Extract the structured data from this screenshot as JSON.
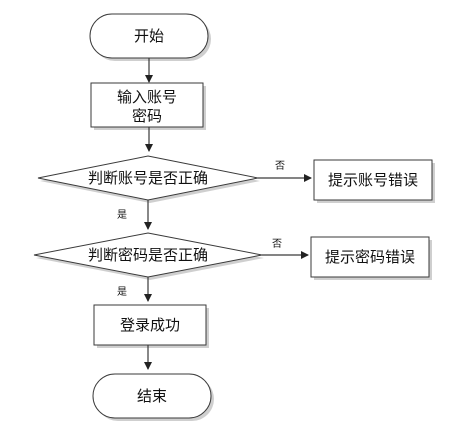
{
  "nodes": {
    "start": "开始",
    "input_line1": "输入账号",
    "input_line2": "密码",
    "check_account": "判断账号是否正确",
    "check_password": "判断密码是否正确",
    "account_error": "提示账号错误",
    "password_error": "提示密码错误",
    "success": "登录成功",
    "end": "结束"
  },
  "edges": {
    "no": "否",
    "yes": "是"
  }
}
